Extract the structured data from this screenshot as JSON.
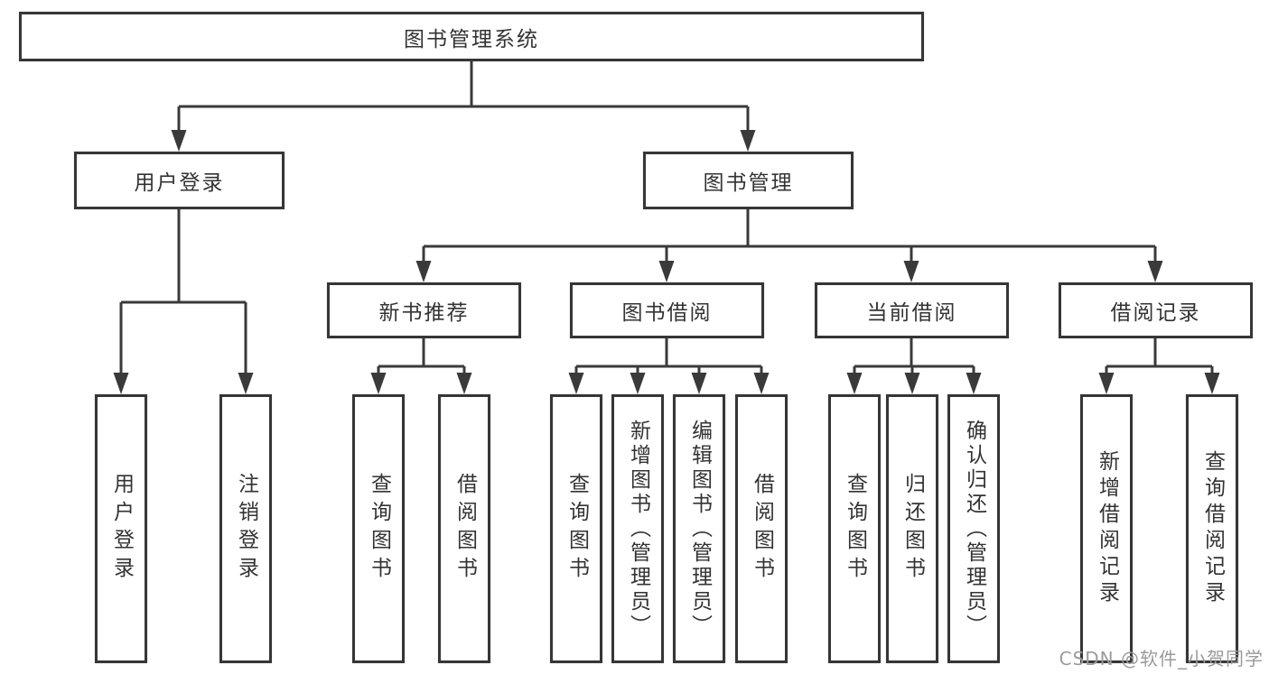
{
  "nodes": {
    "root": "图书管理系统",
    "user_login": "用户登录",
    "book_mgmt": "图书管理",
    "new_book_rec": "新书推荐",
    "book_borrow": "图书借阅",
    "current_borrow": "当前借阅",
    "borrow_records": "借阅记录",
    "ul_user_login": "用户登录",
    "ul_logout": "注销登录",
    "nb_query": "查询图书",
    "nb_borrow": "借阅图书",
    "bb_query": "查询图书",
    "bb_add": "新增图书（管理员）",
    "bb_edit": "编辑图书（管理员）",
    "bb_borrow": "借阅图书",
    "cb_query": "查询图书",
    "cb_return": "归还图书",
    "cb_confirm": "确认归还（管理员）",
    "br_add": "新增借阅记录",
    "br_query": "查询借阅记录"
  },
  "watermark": "CSDN @软件_小贺同学",
  "colors": {
    "line": "#3a3a3a",
    "border": "#363636",
    "text": "#333333",
    "watermark": "#9b9b9b",
    "background": "#ffffff"
  }
}
